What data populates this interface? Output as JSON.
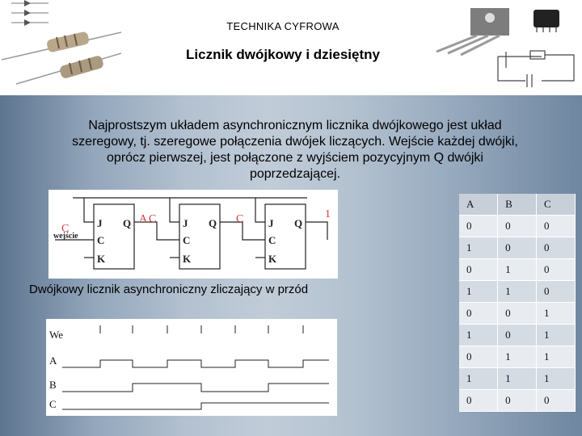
{
  "header": {
    "title": "TECHNIKA CYFROWA",
    "subtitle": "Licznik dwójkowy i dziesiętny"
  },
  "intro_text": "Najprostszym układem asynchronicznym licznika dwójkowego jest układ szeregowy, tj. szeregowe połączenia dwójek liczących. Wejście każdej dwójki, oprócz pierwszej, jest połączone z wyjściem pozycyjnym Q dwójki poprzedzającej.",
  "circuit": {
    "input_label": "wejście",
    "handwritten_labels": [
      "C",
      "C",
      "C",
      "A",
      "1"
    ],
    "pin_labels": {
      "j": "J",
      "c": "C",
      "k": "K",
      "q": "Q"
    }
  },
  "caption": "Dwójkowy licznik asynchroniczny zliczający w przód",
  "timing": {
    "signals": [
      "We",
      "A",
      "B",
      "C"
    ]
  },
  "truth_table": {
    "headers": [
      "A",
      "B",
      "C"
    ],
    "rows": [
      [
        "0",
        "0",
        "0"
      ],
      [
        "1",
        "0",
        "0"
      ],
      [
        "0",
        "1",
        "0"
      ],
      [
        "1",
        "1",
        "0"
      ],
      [
        "0",
        "0",
        "1"
      ],
      [
        "1",
        "0",
        "1"
      ],
      [
        "0",
        "1",
        "1"
      ],
      [
        "1",
        "1",
        "1"
      ],
      [
        "0",
        "0",
        "0"
      ]
    ]
  },
  "colors": {
    "handwriting": "#d23a3a",
    "background_center": "#c1ccd8",
    "background_edge": "#5e7590"
  }
}
